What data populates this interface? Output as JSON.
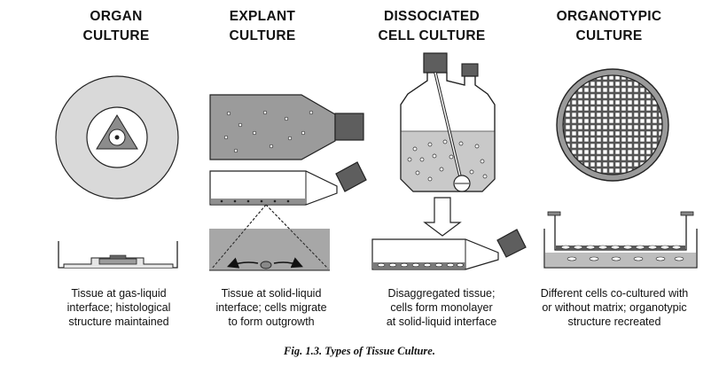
{
  "columns": [
    {
      "id": "organ",
      "title_lines": [
        "ORGAN",
        "CULTURE"
      ],
      "desc_lines": [
        "Tissue at gas-liquid",
        "interface; histological",
        "structure maintained"
      ]
    },
    {
      "id": "explant",
      "title_lines": [
        "EXPLANT",
        "CULTURE"
      ],
      "desc_lines": [
        "Tissue at solid-liquid",
        "interface; cells migrate",
        "to form outgrowth"
      ]
    },
    {
      "id": "dissociated",
      "title_lines": [
        "DISSOCIATED",
        "CELL CULTURE"
      ],
      "desc_lines": [
        "Disaggregated tissue;",
        "cells form monolayer",
        "at solid-liquid interface"
      ]
    },
    {
      "id": "organotypic",
      "title_lines": [
        "ORGANOTYPIC",
        "CULTURE"
      ],
      "desc_lines": [
        "Different cells co-cultured with",
        "or without matrix; organotypic",
        "structure recreated"
      ]
    }
  ],
  "caption": "Fig. 1.3.  Types of Tissue Culture.",
  "colors": {
    "ink": "#111111",
    "dark_gray": "#6d6d6d",
    "mid_gray": "#9a9a9a",
    "light_gray": "#c9c9c9",
    "pale_gray": "#e4e4e4"
  }
}
